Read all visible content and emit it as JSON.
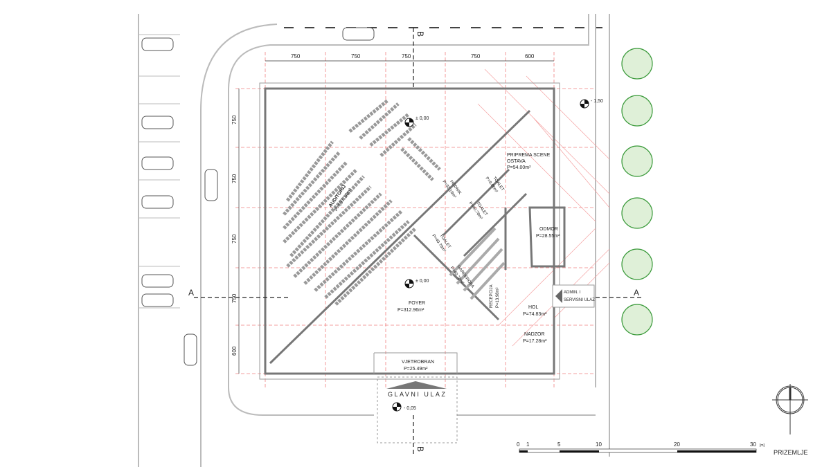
{
  "title": "PRIZEMLJE",
  "dimensions": {
    "top": [
      "750",
      "750",
      "750",
      "750",
      "600"
    ],
    "left": [
      "750",
      "750",
      "750",
      "750",
      "600"
    ]
  },
  "sections": {
    "a_left": "A",
    "a_right": "A",
    "b_top": "B",
    "b_bottom": "B"
  },
  "levels": {
    "auditorium": "± 0,00",
    "foyer": "± 0,00",
    "exterior": "- 1,50",
    "entrance": "- 0,05"
  },
  "rooms": {
    "auditorij": {
      "name": "AUDITORIJ",
      "area": "P=697.14m²"
    },
    "foyer": {
      "name": "FOYER",
      "area": "P=312.96m²"
    },
    "priprema": {
      "name": "PRIPREMA SCENE",
      "sub": "OSTAVA",
      "area": "P=54.00m²"
    },
    "hodnik": {
      "name": "HODNIK",
      "area": "P=32.19m²"
    },
    "toalet1": {
      "name": "TOALET",
      "area": "P=9.05m²"
    },
    "toalet2": {
      "name": "TOALET",
      "area": "P=40.78m²"
    },
    "toalet3": {
      "name": "TOALET",
      "area": "P=40.78m²"
    },
    "garderoba": {
      "name": "GARDEROBA",
      "area": "P=40.78m²"
    },
    "recepcija": {
      "name": "RECEPCIJA",
      "area": "P=13.98m²"
    },
    "odmor": {
      "name": "ODMOR",
      "area": "P=28.55m²"
    },
    "hol": {
      "name": "HOL",
      "area": "P=74.83m²"
    },
    "nadzor": {
      "name": "NADZOR",
      "area": "P=17.28m²"
    },
    "vjetrobran": {
      "name": "VJETROBRAN",
      "area": "P=25.49m²"
    }
  },
  "entrances": {
    "main": "GLAVNI ULAZ",
    "service_line1": "ADMIN. I",
    "service_line2": "SERVISNI ULAZ"
  },
  "scale_bar": {
    "ticks": [
      "0",
      "1",
      "5",
      "10",
      "20",
      "30"
    ],
    "unit": "[m]"
  },
  "colors": {
    "grid": "#f08080",
    "wall": "#777777",
    "tree": "#3a9a3a"
  }
}
